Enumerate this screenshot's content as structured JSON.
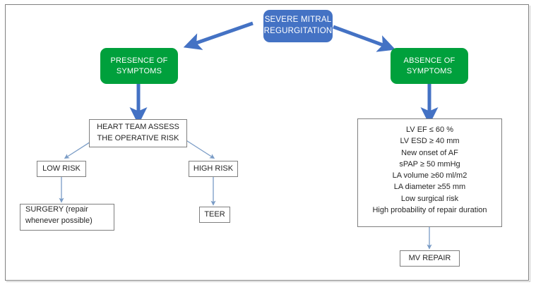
{
  "diagram": {
    "title": "Severe mitral regurgitation management flowchart",
    "colors": {
      "blue_node": "#4472c4",
      "green_node": "#00a03c",
      "thick_arrow": "#4472c4",
      "thin_arrow": "#7a9cc6",
      "box_border": "#7f7f7f",
      "frame_border": "#808080",
      "text_dark": "#262626",
      "text_light": "#ffffff"
    },
    "nodes": {
      "root": {
        "line1": "SEVERE MITRAL",
        "line2": "REGURGITATION"
      },
      "presence": {
        "line1": "PRESENCE OF",
        "line2": "SYMPTOMS"
      },
      "absence": {
        "line1": "ABSENCE OF",
        "line2": "SYMPTOMS"
      },
      "heart_team": {
        "line1": "HEART TEAM ASSESS",
        "line2": "THE OPERATIVE RISK"
      },
      "low_risk": {
        "label": "LOW RISK"
      },
      "high_risk": {
        "label": "HIGH RISK"
      },
      "surgery": {
        "line1": "SURGERY (repair",
        "line2": "whenever possible)"
      },
      "teer": {
        "label": "TEER"
      },
      "mv_repair": {
        "label": "MV REPAIR"
      }
    },
    "criteria": {
      "items": [
        "LV EF ≤ 60 %",
        "LV ESD ≥ 40 mm",
        "New onset of AF",
        "sPAP ≥ 50 mmHg",
        "LA volume ≥60 ml/m2",
        "LA diameter ≥55 mm",
        "Low surgical risk",
        "High probability of repair duration"
      ]
    }
  }
}
